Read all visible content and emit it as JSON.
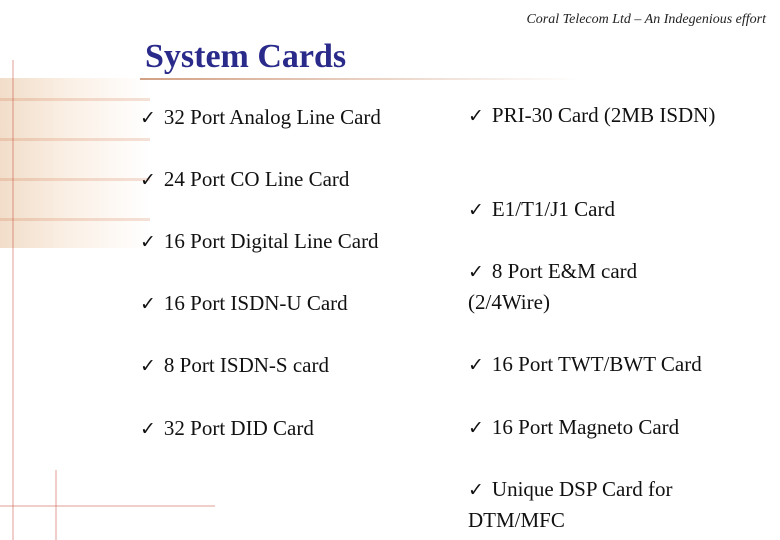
{
  "header": {
    "company": "Coral Telecom Ltd – An Indegenious effort",
    "title": "System Cards"
  },
  "check_icon": "✓",
  "left_items": [
    "32 Port Analog Line Card",
    "24 Port CO Line Card",
    "16 Port Digital Line Card",
    "16 Port ISDN-U Card",
    "8 Port ISDN-S card",
    "32 Port DID Card"
  ],
  "right_items": [
    "PRI-30 Card (2MB ISDN)",
    "E1/T1/J1 Card",
    "8 Port E&M card (2/4Wire)",
    "16 Port TWT/BWT Card",
    "16 Port Magneto Card",
    "Unique DSP Card for DTM/MFC"
  ],
  "colors": {
    "title": "#2a2a8a",
    "accent": "#c86428"
  }
}
